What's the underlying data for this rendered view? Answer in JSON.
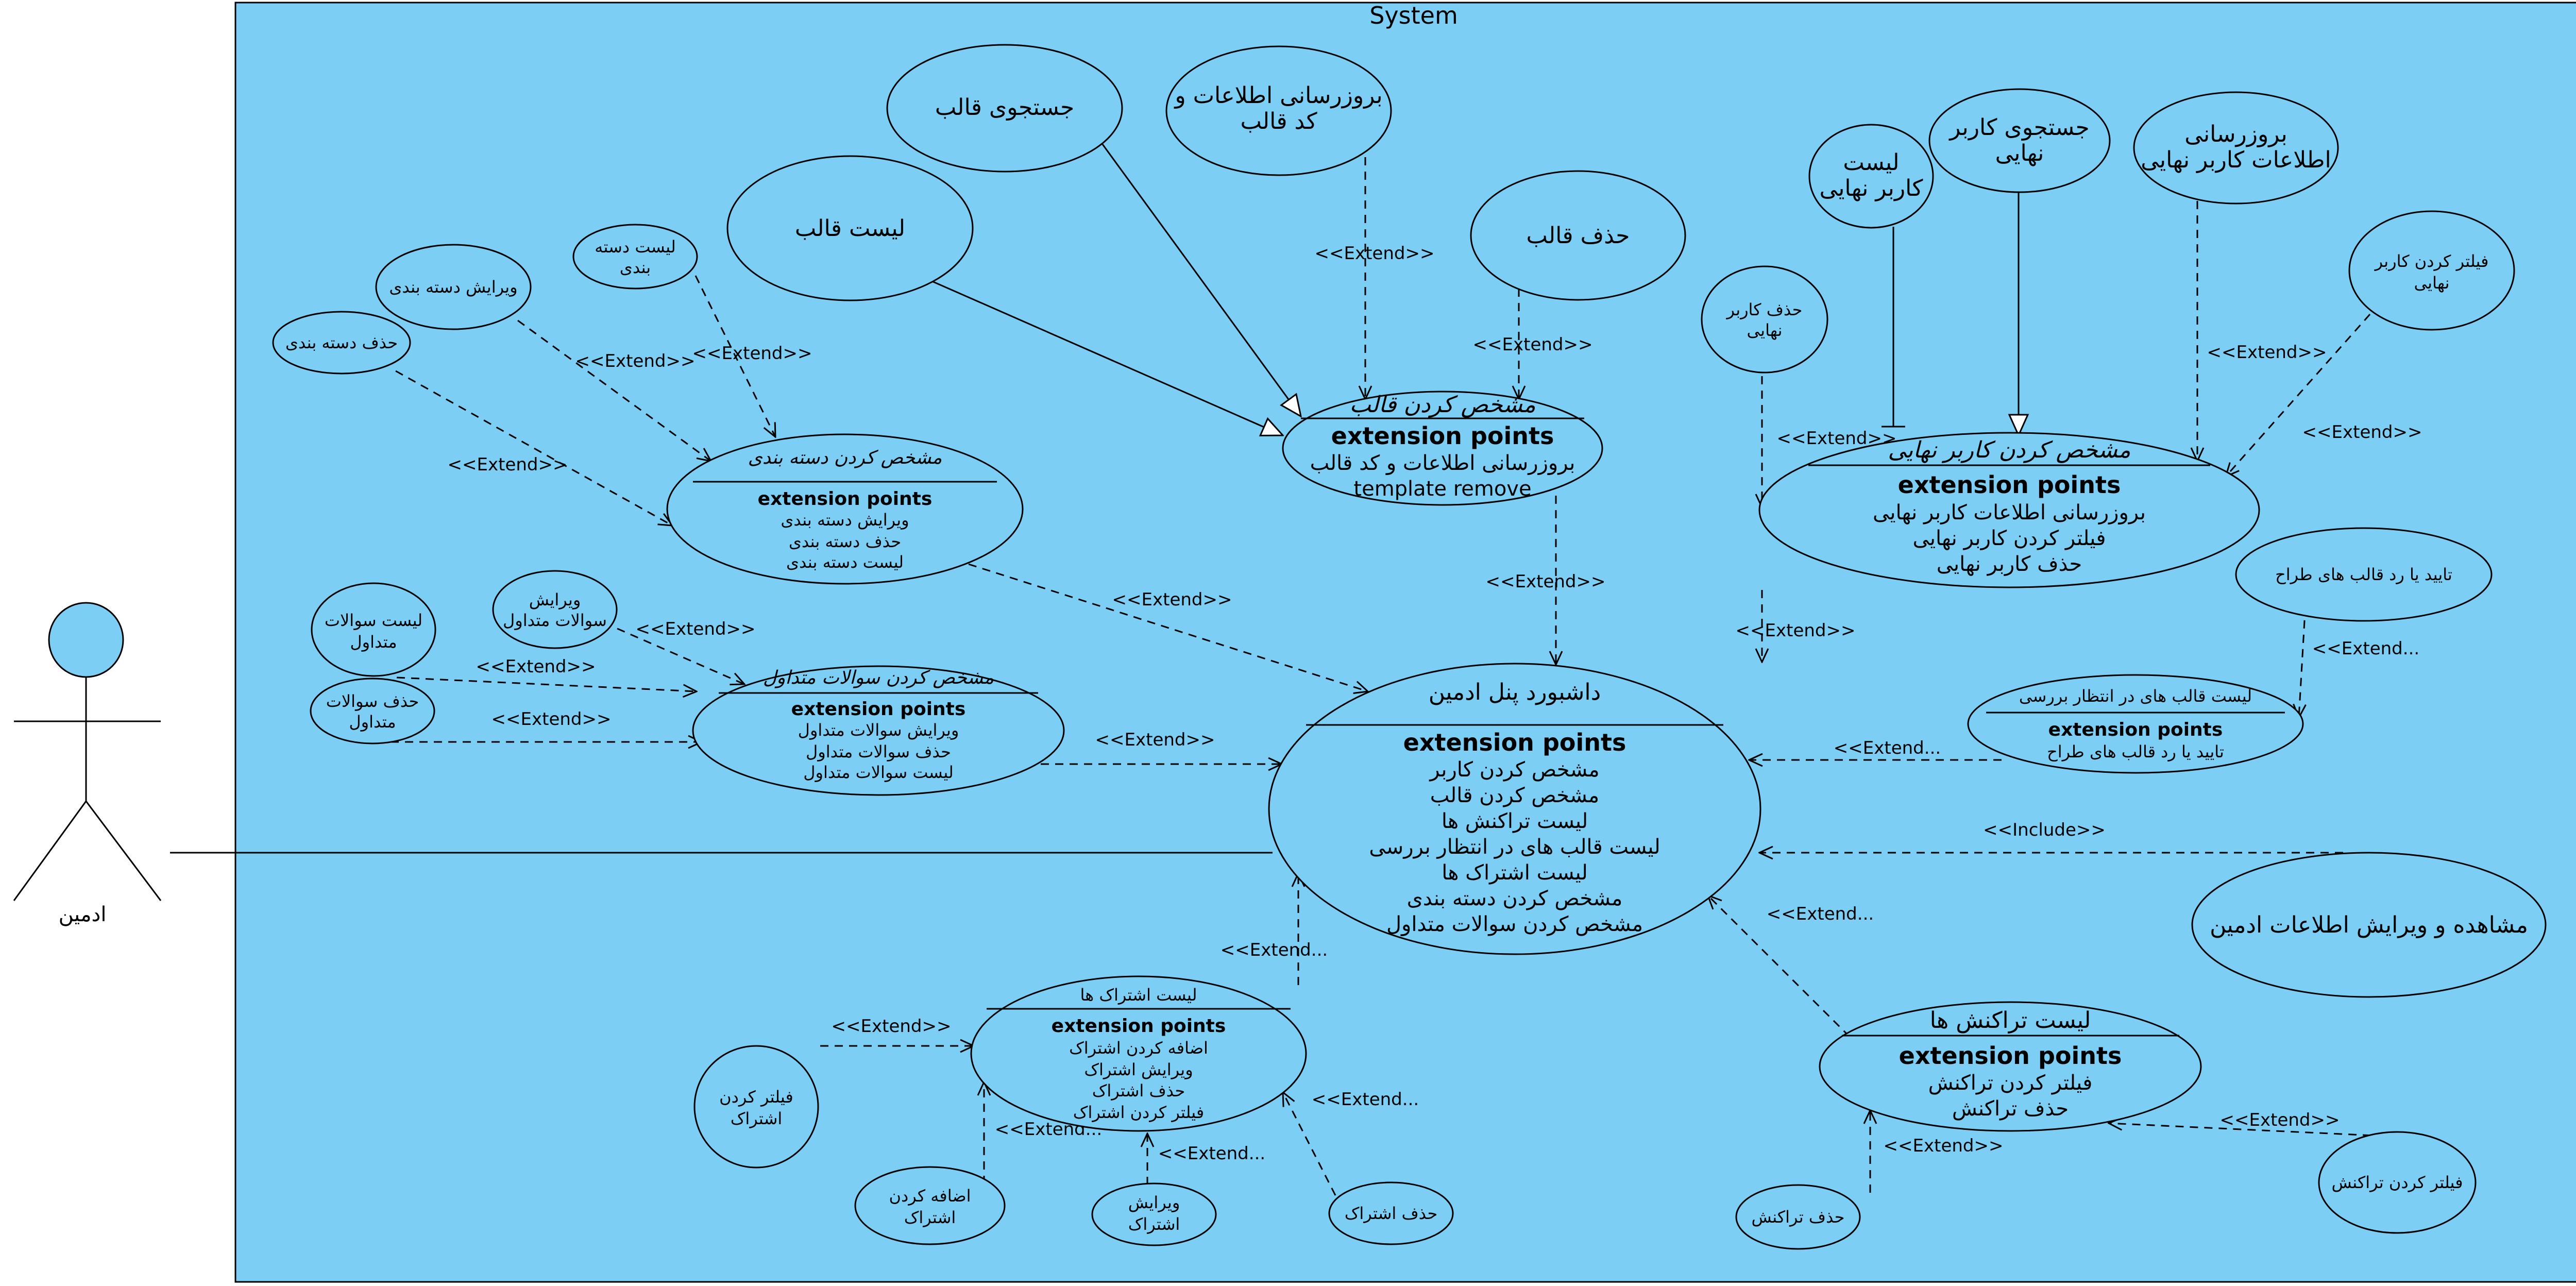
{
  "system": {
    "title": "System"
  },
  "actor": {
    "name": "ادمین"
  },
  "colors": {
    "fill": "#7ccef4",
    "stroke": "#000000",
    "background": "#ffffff"
  },
  "stereotypes": {
    "extend": "<<Extend>>",
    "extend_short": "<<Extend...",
    "extend_dots": "<<Extend...",
    "extend_trail": "<<Extend...",
    "include": "<<Include>>"
  },
  "dashboard": {
    "title": "داشبورد پنل ادمین",
    "ep_label": "extension points",
    "items": [
      "مشخص کردن کاربر",
      "مشخص کردن قالب",
      "لیست تراکنش ها",
      "لیست قالب های در انتظار بررسی",
      "لیست اشتراک ها",
      "مشخص کردن دسته بندی",
      "مشخص کردن سوالات متداول"
    ]
  },
  "template_manage": {
    "title": "مشخص کردن قالب",
    "ep_label": "extension points",
    "items": [
      "بروزرسانی اطلاعات و کد قالب",
      "template remove"
    ]
  },
  "user_manage": {
    "title": "مشخص کردن کاربر نهایی",
    "ep_label": "extension points",
    "items": [
      "بروزرسانی اطلاعات کاربر نهایی",
      "فیلتر کردن کاربر نهایی",
      "حذف کاربر نهایی"
    ]
  },
  "category_manage": {
    "title": "مشخص کردن دسته بندی",
    "ep_label": "extension points",
    "items": [
      "ویرایش دسته بندی",
      "حذف دسته بندی",
      "لیست دسته بندی"
    ]
  },
  "faq_manage": {
    "title": "مشخص کردن سوالات متداول",
    "ep_label": "extension points",
    "items": [
      "ویرایش سوالات متداول",
      "حذف سوالات متداول",
      "لیست سوالات متداول"
    ]
  },
  "pending_list": {
    "title": "لیست قالب های در انتظار بررسی",
    "ep_label": "extension points",
    "items": [
      "تایید یا رد قالب های طراح"
    ]
  },
  "subs_list": {
    "title": "لیست اشتراک ها",
    "ep_label": "extension points",
    "items": [
      "اضافه کردن اشتراک",
      "ویرایش اشتراک",
      "حذف اشتراک",
      "فیلتر کردن اشتراک"
    ]
  },
  "trans_list": {
    "title": "لیست تراکنش ها",
    "ep_label": "extension points",
    "items": [
      "فیلتر کردن تراکنش",
      "حذف تراکنش"
    ]
  },
  "simple": {
    "search_template": "جستجوی قالب",
    "update_template": [
      "بروزرسانی اطلاعات و",
      "کد قالب"
    ],
    "list_template": "لیست قالب",
    "delete_template": "حذف قالب",
    "list_enduser": [
      "لیست",
      "کاربر نهایی"
    ],
    "search_enduser": [
      "جستجوی کاربر",
      "نهایی"
    ],
    "update_enduser": [
      "بروزرسانی",
      "اطلاعات کاربر نهایی"
    ],
    "filter_enduser": [
      "فیلتر کردن کاربر",
      "نهایی"
    ],
    "delete_enduser": [
      "حذف کاربر",
      "نهایی"
    ],
    "list_category": [
      "لیست دسته",
      "بندی"
    ],
    "edit_category": "ویرایش دسته بندی",
    "delete_category": "حذف دسته بندی",
    "list_faq": [
      "لیست سوالات",
      "متداول"
    ],
    "edit_faq": [
      "ویرایش",
      "سوالات متداول"
    ],
    "delete_faq": [
      "حذف سوالات",
      "متداول"
    ],
    "approve_template": "تایید یا رد قالب های طراح",
    "admin_info": "مشاهده و ویرایش اطلاعات ادمین",
    "filter_subs": [
      "فیلتر کردن",
      "اشتراک"
    ],
    "add_subs": [
      "اضافه کردن",
      "اشتراک"
    ],
    "edit_subs": [
      "ویرایش",
      "اشتراک"
    ],
    "delete_subs": "حذف اشتراک",
    "delete_trans": "حذف تراکنش",
    "filter_trans": "فیلتر کردن تراکنش"
  }
}
